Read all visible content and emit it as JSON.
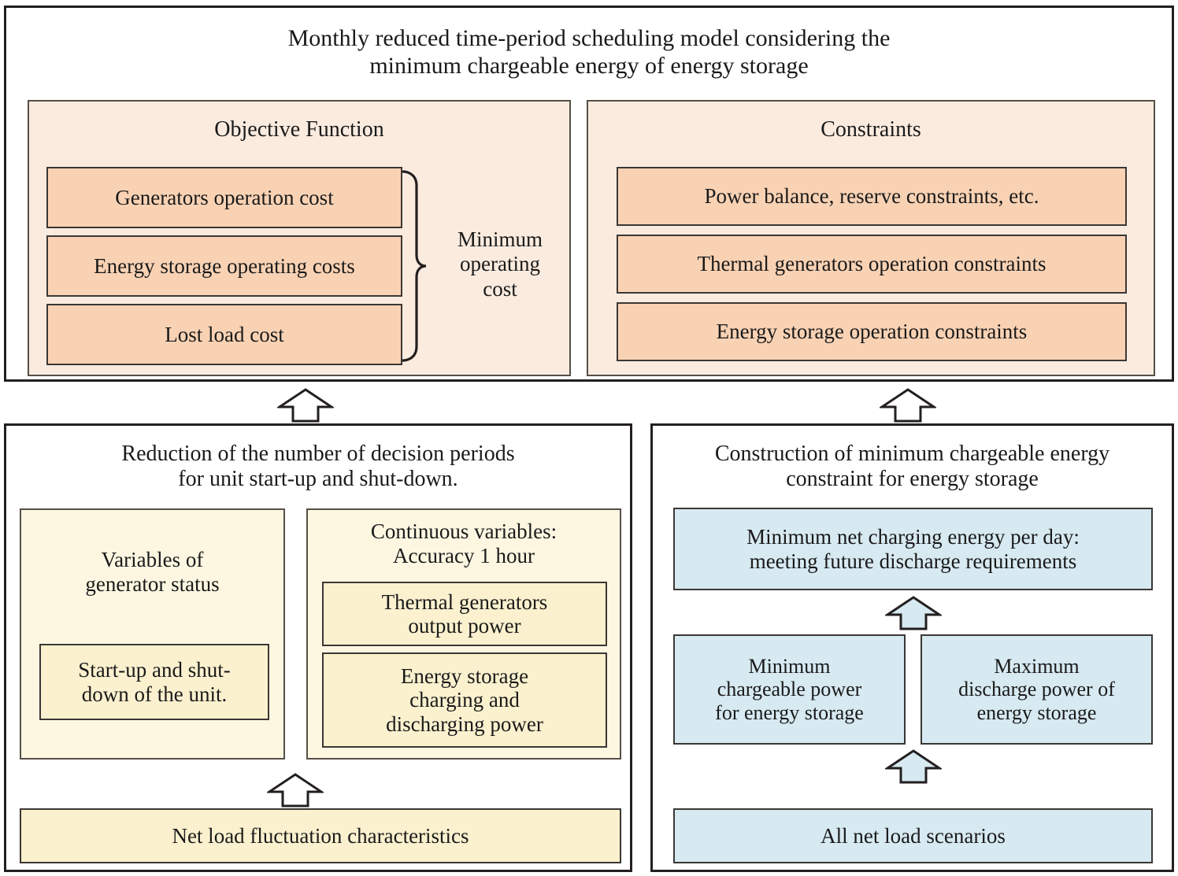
{
  "diagram": {
    "title_line1": "Monthly reduced time-period scheduling model considering the",
    "title_line2": "minimum chargeable energy of energy storage"
  },
  "objective_panel": {
    "heading": "Objective Function",
    "items": [
      {
        "label": "Generators operation cost"
      },
      {
        "label": "Energy storage operating costs"
      },
      {
        "label": "Lost load cost"
      }
    ],
    "brace_label_line1": "Minimum",
    "brace_label_line2": "operating",
    "brace_label_line3": "cost"
  },
  "constraints_panel": {
    "heading": "Constraints",
    "items": [
      {
        "label": "Power balance, reserve constraints, etc."
      },
      {
        "label": "Thermal generators operation constraints"
      },
      {
        "label": "Energy storage operation constraints"
      }
    ]
  },
  "reduction_panel": {
    "heading_line1": "Reduction of the number of decision periods",
    "heading_line2": "for unit start-up and shut-down.",
    "left_group": {
      "caption_line1": "Variables of",
      "caption_line2": "generator status",
      "inner_box_line1": "Start-up and shut-",
      "inner_box_line2": "down of the unit."
    },
    "right_group": {
      "caption_line1": "Continuous variables:",
      "caption_line2": "Accuracy 1 hour",
      "inner_boxes": [
        {
          "line1": "Thermal generators",
          "line2": "output power"
        },
        {
          "line1": "Energy storage",
          "line2": "charging and",
          "line3": "discharging power"
        }
      ]
    },
    "footer_box": "Net load fluctuation characteristics"
  },
  "construction_panel": {
    "heading_line1": "Construction of minimum chargeable energy",
    "heading_line2": "constraint for energy storage",
    "top_box_line1": "Minimum net charging energy per day:",
    "top_box_line2": "meeting future discharge requirements",
    "mid_boxes": [
      {
        "line1": "Minimum",
        "line2": "chargeable power",
        "line3": "for energy storage"
      },
      {
        "line1": "Maximum",
        "line2": "discharge power of",
        "line3": "energy storage"
      }
    ],
    "footer_box": "All net load scenarios"
  },
  "arrows": {
    "to_objective": "up-arrow",
    "to_constraints": "up-arrow",
    "net_load_to_reduction": "up-arrow",
    "scenarios_to_power_boxes": "up-arrow",
    "power_boxes_to_min_net": "up-arrow"
  },
  "colors": {
    "peach_light": "#fbebdf",
    "peach_dark": "#f9d2b4",
    "yellow_light": "#fdf7e2",
    "yellow_dark": "#fbf1cf",
    "blue": "#d7e9f1",
    "frame": "#231f20"
  }
}
